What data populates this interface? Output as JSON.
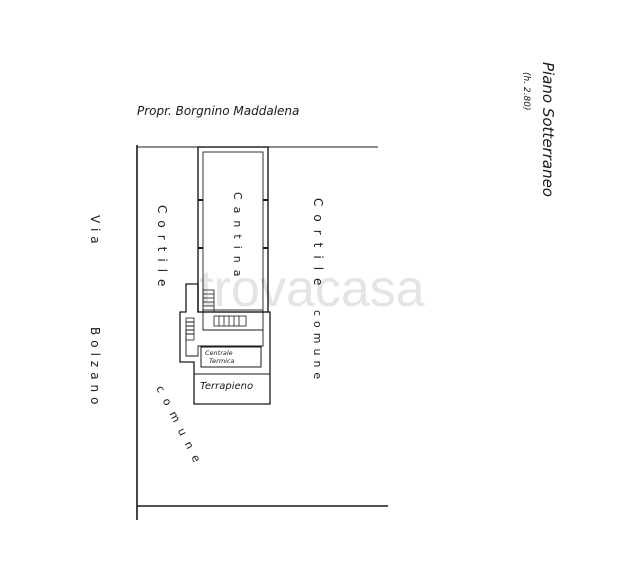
{
  "header": {
    "owner": "Propr. Borgnino Maddalena",
    "floor_title": "Piano Sotterraneo",
    "floor_height": "(h. 2.80)"
  },
  "labels": {
    "street_word1": "Via",
    "street_word2": "Bolzano",
    "courtyard_left_word1": "Cortile",
    "courtyard_left_word2": "comune",
    "courtyard_right_word1": "Cortile",
    "courtyard_right_word2": "comune",
    "cellar": "Cantina",
    "boiler_line1": "Centrale",
    "boiler_line2": "Termica",
    "embankment": "Terrapieno"
  },
  "watermark": "trovacasa"
}
